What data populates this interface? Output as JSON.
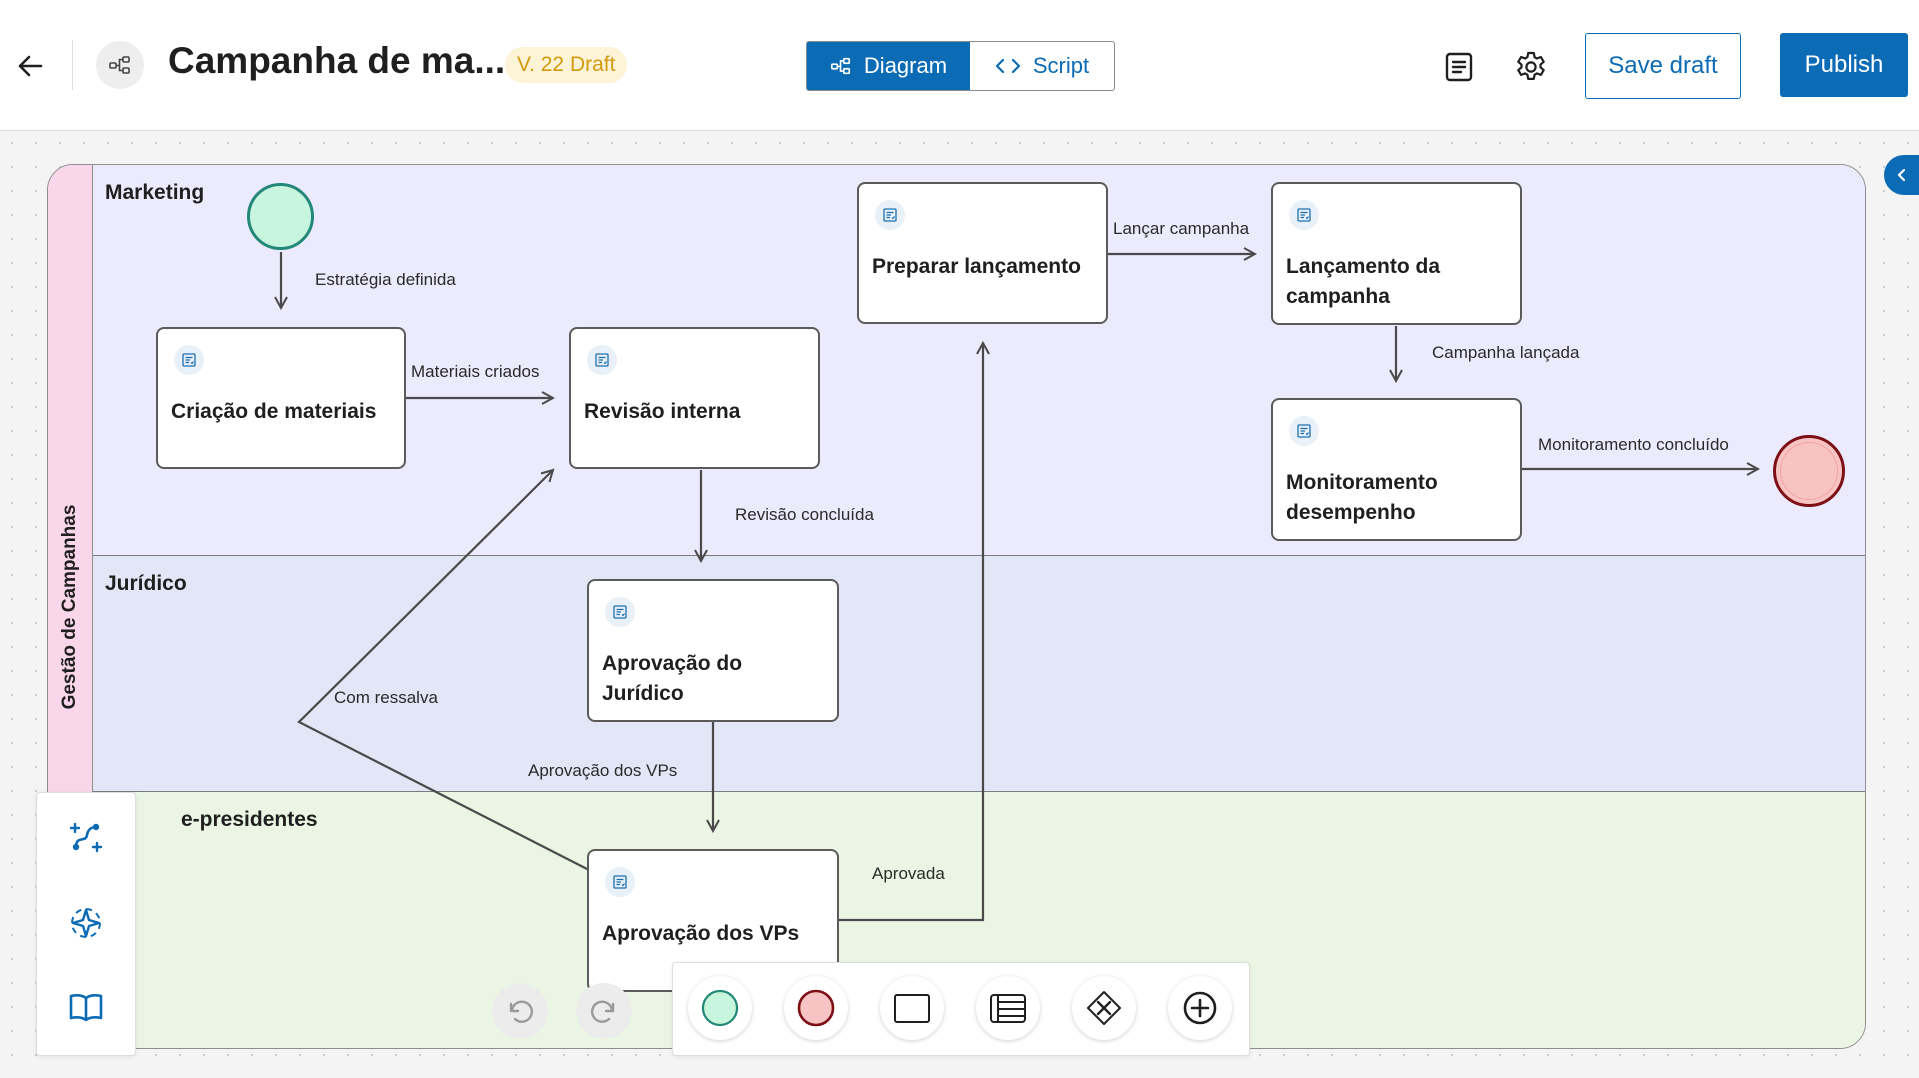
{
  "header": {
    "back_icon": "arrow-left-icon",
    "process_icon": "process-diagram-icon",
    "title": "Campanha de ma...",
    "version_badge": "V. 22 Draft",
    "view_toggle": {
      "diagram_label": "Diagram",
      "script_label": "Script",
      "active": "Diagram"
    },
    "notes_icon": "document-lines-icon",
    "settings_icon": "gear-icon",
    "save_label": "Save draft",
    "publish_label": "Publish"
  },
  "colors": {
    "accent": "#0b6bb5",
    "version_bg": "#fdf3d6",
    "version_text": "#d39a10",
    "pool_header": "#fad6ea",
    "lane_marketing": "#ebebfd",
    "lane_juridico": "#e2e6f6",
    "lane_vp": "#eaf5e3",
    "start_fill": "#c8f5dd",
    "start_stroke": "#23877a",
    "end_fill": "#f7c3c3",
    "end_stroke": "#7d0f16"
  },
  "diagram": {
    "pool_label": "Gestão de Campanhas",
    "lanes": {
      "marketing": "Marketing",
      "juridico": "Jurídico",
      "vp": "e-presidentes"
    },
    "tasks": {
      "criacao": "Criação de materiais",
      "revisao": "Revisão interna",
      "preparar": "Preparar lançamento",
      "lancamento_l1": "Lançamento da",
      "lancamento_l2": "campanha",
      "monitoramento_l1": "Monitoramento",
      "monitoramento_l2": "desempenho",
      "aprov_juridico": "Aprovação do Jurídico",
      "aprov_vps": "Aprovação dos VPs"
    },
    "edge_labels": {
      "estrategia": "Estratégia definida",
      "materiais": "Materiais criados",
      "revisao_concluida": "Revisão concluída",
      "lancar": "Lançar campanha",
      "campanha_lancada": "Campanha lançada",
      "monitoramento_concluido": "Monitoramento concluído",
      "com_ressalva": "Com ressalva",
      "aprovacao_vps": "Aprovação dos VPs",
      "aprovada": "Aprovada"
    },
    "task_icon": "user-task-icon"
  },
  "left_tools": [
    "route-icon",
    "sparkle-icon",
    "book-open-icon"
  ],
  "history": [
    "undo-icon",
    "redo-icon"
  ],
  "palette": [
    "start-event-icon",
    "end-event-icon",
    "task-icon",
    "lane-icon",
    "gateway-icon",
    "add-icon"
  ],
  "panel_toggle_icon": "chevron-left-icon"
}
